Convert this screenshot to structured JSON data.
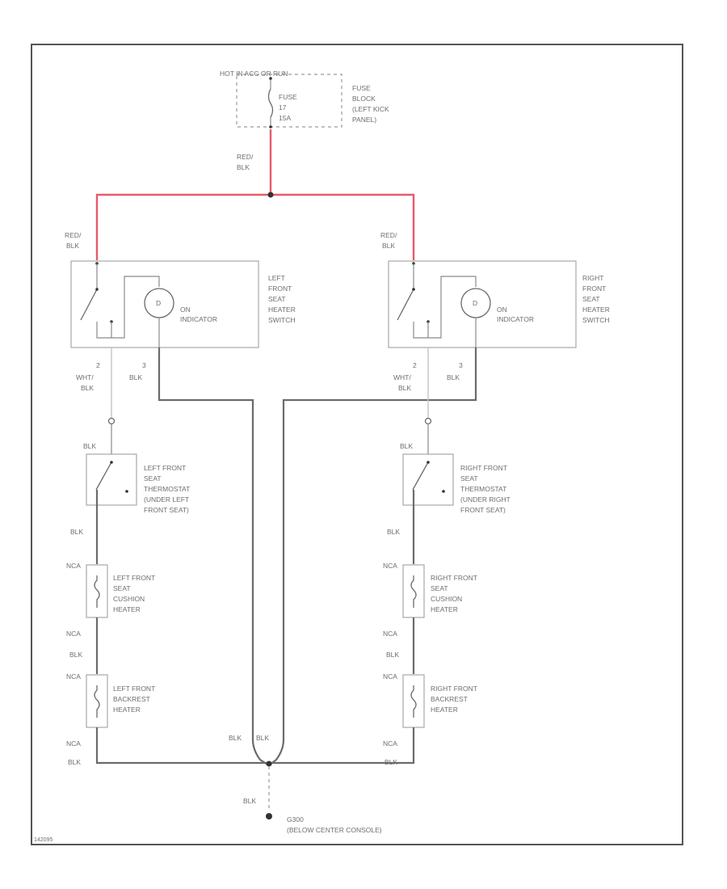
{
  "fuse_block": {
    "header": "HOT IN ACC OR RUN",
    "fuse_label": "FUSE",
    "fuse_number": "17",
    "fuse_amps": "15A",
    "name_lines": [
      "FUSE",
      "BLOCK",
      "(LEFT KICK",
      "PANEL)"
    ]
  },
  "wire_colors": {
    "red_blk": [
      "RED/",
      "BLK"
    ],
    "wht_blk": [
      "WHT/",
      "BLK"
    ],
    "blk": "BLK",
    "nca": "NCA"
  },
  "left_switch": {
    "name_lines": [
      "LEFT",
      "FRONT",
      "SEAT",
      "HEATER",
      "SWITCH"
    ],
    "indicator_lines": [
      "ON",
      "INDICATOR"
    ],
    "pin_a": "2",
    "pin_b": "3"
  },
  "right_switch": {
    "name_lines": [
      "RIGHT",
      "FRONT",
      "SEAT",
      "HEATER",
      "SWITCH"
    ],
    "indicator_lines": [
      "ON",
      "INDICATOR"
    ],
    "pin_a": "2",
    "pin_b": "3"
  },
  "left_thermostat": {
    "name_lines": [
      "LEFT FRONT",
      "SEAT",
      "THERMOSTAT",
      "(UNDER LEFT",
      "FRONT SEAT)"
    ]
  },
  "right_thermostat": {
    "name_lines": [
      "RIGHT FRONT",
      "SEAT",
      "THERMOSTAT",
      "(UNDER RIGHT",
      "FRONT SEAT)"
    ]
  },
  "left_cushion": {
    "name_lines": [
      "LEFT FRONT",
      "SEAT",
      "CUSHION",
      "HEATER"
    ]
  },
  "right_cushion": {
    "name_lines": [
      "RIGHT FRONT",
      "SEAT",
      "CUSHION",
      "HEATER"
    ]
  },
  "left_backrest": {
    "name_lines": [
      "LEFT FRONT",
      "BACKREST",
      "HEATER"
    ]
  },
  "right_backrest": {
    "name_lines": [
      "RIGHT FRONT",
      "BACKREST",
      "HEATER"
    ]
  },
  "ground": {
    "name": "G300",
    "location": "(BELOW CENTER CONSOLE)"
  },
  "figure_code": "142095"
}
